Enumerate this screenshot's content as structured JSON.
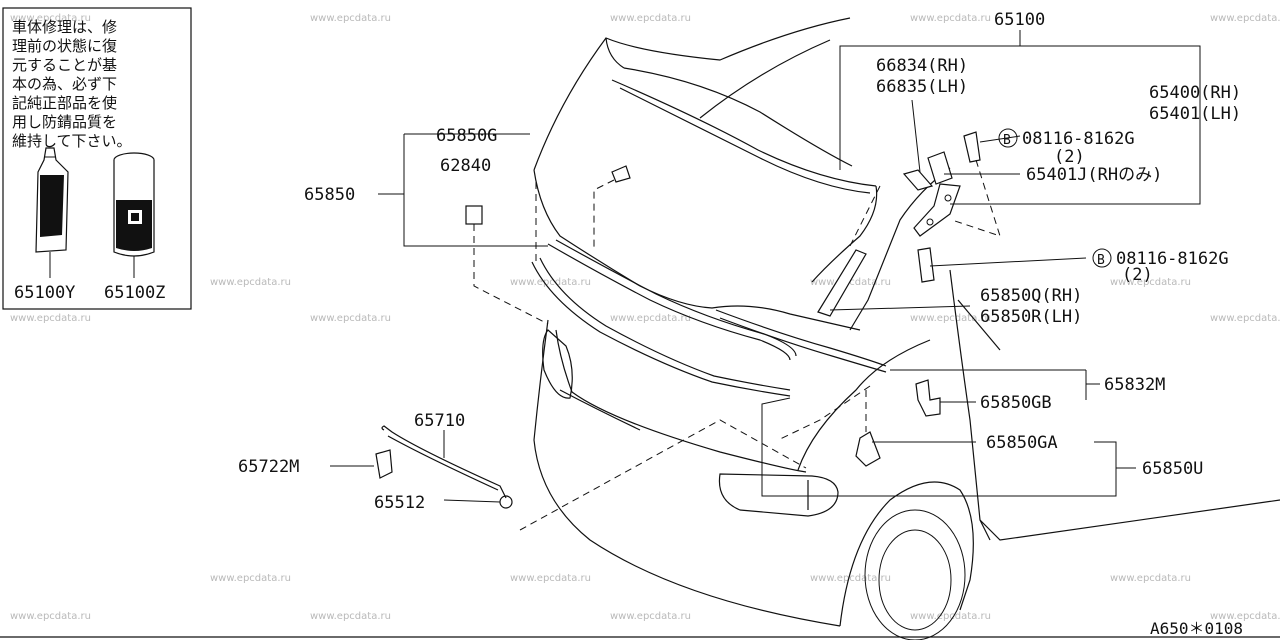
{
  "notice": {
    "lines": [
      "車体修理は、修",
      "理前の状態に復",
      "元することが基",
      "本の為、必ず下",
      "記純正部品を使",
      "用し防錆品質を",
      "維持して下さい。"
    ],
    "part_tube": "65100Y",
    "part_can": "65100Z"
  },
  "labels": {
    "p65100": "65100",
    "p66834": "66834(RH)",
    "p66835": "66835(LH)",
    "p65400": "65400(RH)",
    "p65401": "65401(LH)",
    "bolt1_letter": "B",
    "bolt1_num": "08116-8162G",
    "bolt1_qty": "(2)",
    "p65401j": "65401J(RHのみ)",
    "bolt2_letter": "B",
    "bolt2_num": "08116-8162G",
    "bolt2_qty": "(2)",
    "p65850g": "65850G",
    "p62840": "62840",
    "p65850": "65850",
    "p65850q": "65850Q(RH)",
    "p65850r": "65850R(LH)",
    "p65832m": "65832M",
    "p65850gb": "65850GB",
    "p65850ga": "65850GA",
    "p65850u": "65850U",
    "p65710": "65710",
    "p65722m": "65722M",
    "p65512": "65512"
  },
  "watermark": "www.epcdata.ru",
  "figure_code": "A650＊0108"
}
